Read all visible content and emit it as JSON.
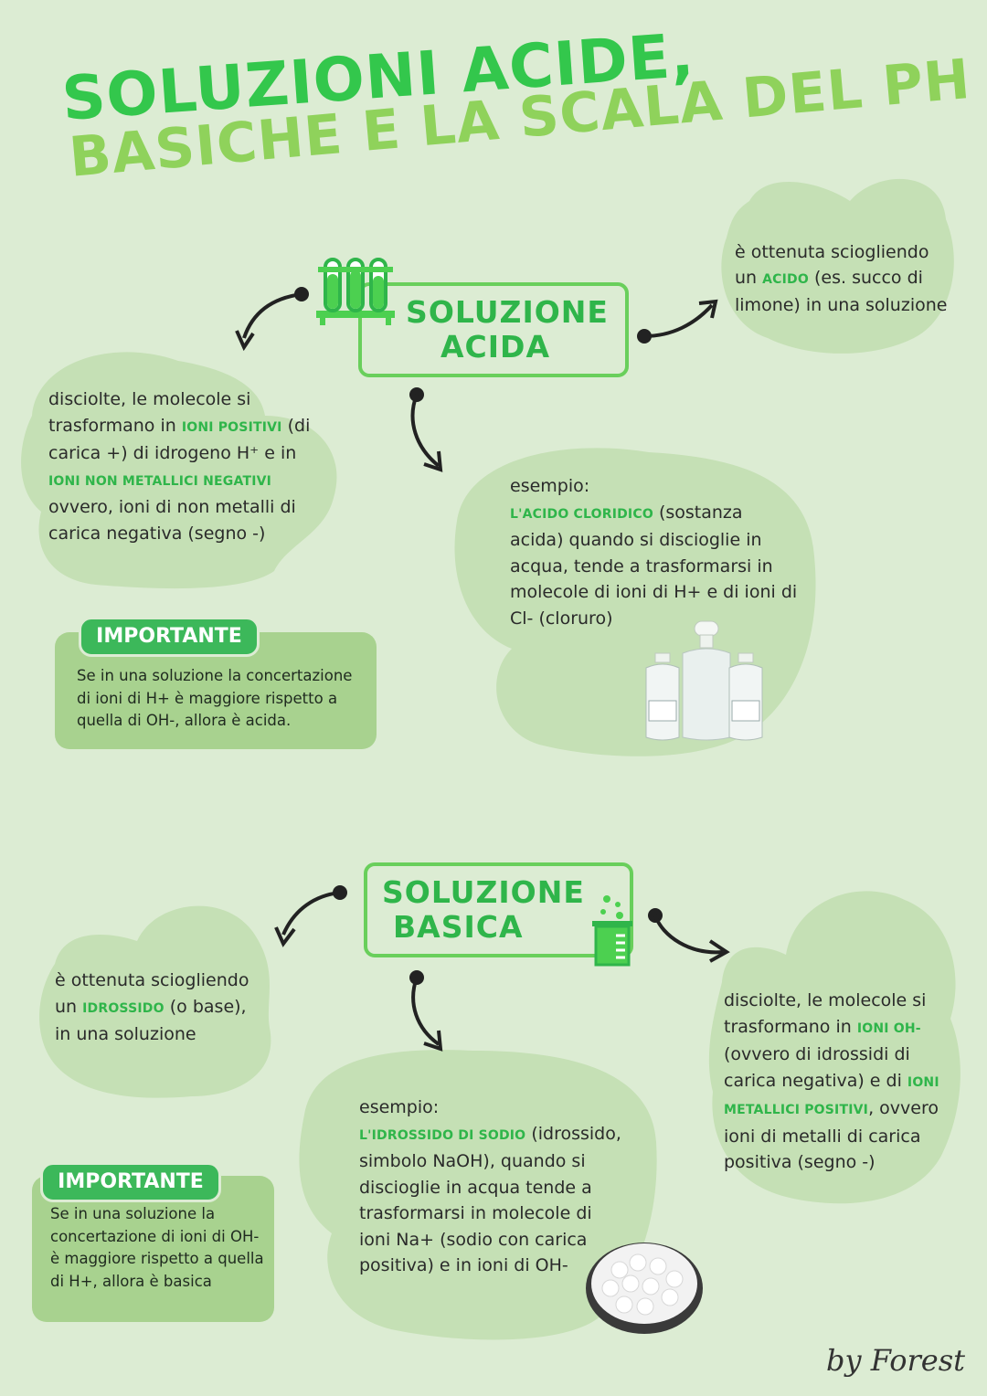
{
  "header": {
    "title_line1": "SOLUZIONI ACIDE,",
    "title_line2": "BASICHE E LA SCALA DEL PH"
  },
  "acid": {
    "box_line1": "SOLUZIONE",
    "box_line2": "ACIDA",
    "right_note": {
      "pre": "è ottenuta sciogliendo un ",
      "hl": "ACIDO",
      "post": " (es. succo di limone) in una soluzione"
    },
    "left_note": {
      "p1": "disciolte, le molecole si trasformano in ",
      "hl1": "IONI POSITIVI",
      "p2": " (di carica +) di idrogeno H⁺ e in ",
      "hl2": "IONI NON METALLICI NEGATIVI",
      "p3": " ovvero, ioni di non metalli di carica negativa (segno -)"
    },
    "example": {
      "label": "esempio:",
      "hl": "L'ACIDO CLORIDICO",
      "text": " (sostanza acida) quando si discioglie in acqua, tende a trasformarsi in molecole di ioni di H+ e di ioni di Cl- (cloruro)"
    },
    "important": {
      "badge": "IMPORTANTE",
      "text": "Se in una soluzione la concertazione di ioni di H+ è maggiore rispetto a quella di OH-, allora è acida."
    }
  },
  "base": {
    "box_line1": "SOLUZIONE",
    "box_line2": "BASICA",
    "left_note": {
      "pre": "è ottenuta sciogliendo un ",
      "hl": "IDROSSIDO",
      "post": " (o base), in una soluzione"
    },
    "right_note": {
      "p1": "disciolte, le molecole si trasformano in ",
      "hl1": "IONI OH-",
      "p2": " (ovvero di idrossidi di carica negativa) e di ",
      "hl2": "IONI METALLICI POSITIVI",
      "p3": ", ovvero ioni di metalli di carica positiva (segno -)"
    },
    "example": {
      "label": "esempio:",
      "hl": "L'IDROSSIDO DI SODIO",
      "text": " (idrossido, simbolo NaOH), quando si discioglie in acqua tende a trasformarsi in molecole di ioni Na+ (sodio con carica positiva) e in ioni di OH-"
    },
    "important": {
      "badge": "IMPORTANTE",
      "text": "Se in una soluzione la concertazione di ioni di OH- è maggiore rispetto a quella di H+, allora è basica"
    }
  },
  "signature": "by Forest",
  "colors": {
    "background": "#dcecd3",
    "blob": "#c5e0b5",
    "accent_green": "#2fb54a",
    "box_border": "#69cf5b",
    "card": "#a8d28f",
    "badge": "#3cb85a"
  }
}
